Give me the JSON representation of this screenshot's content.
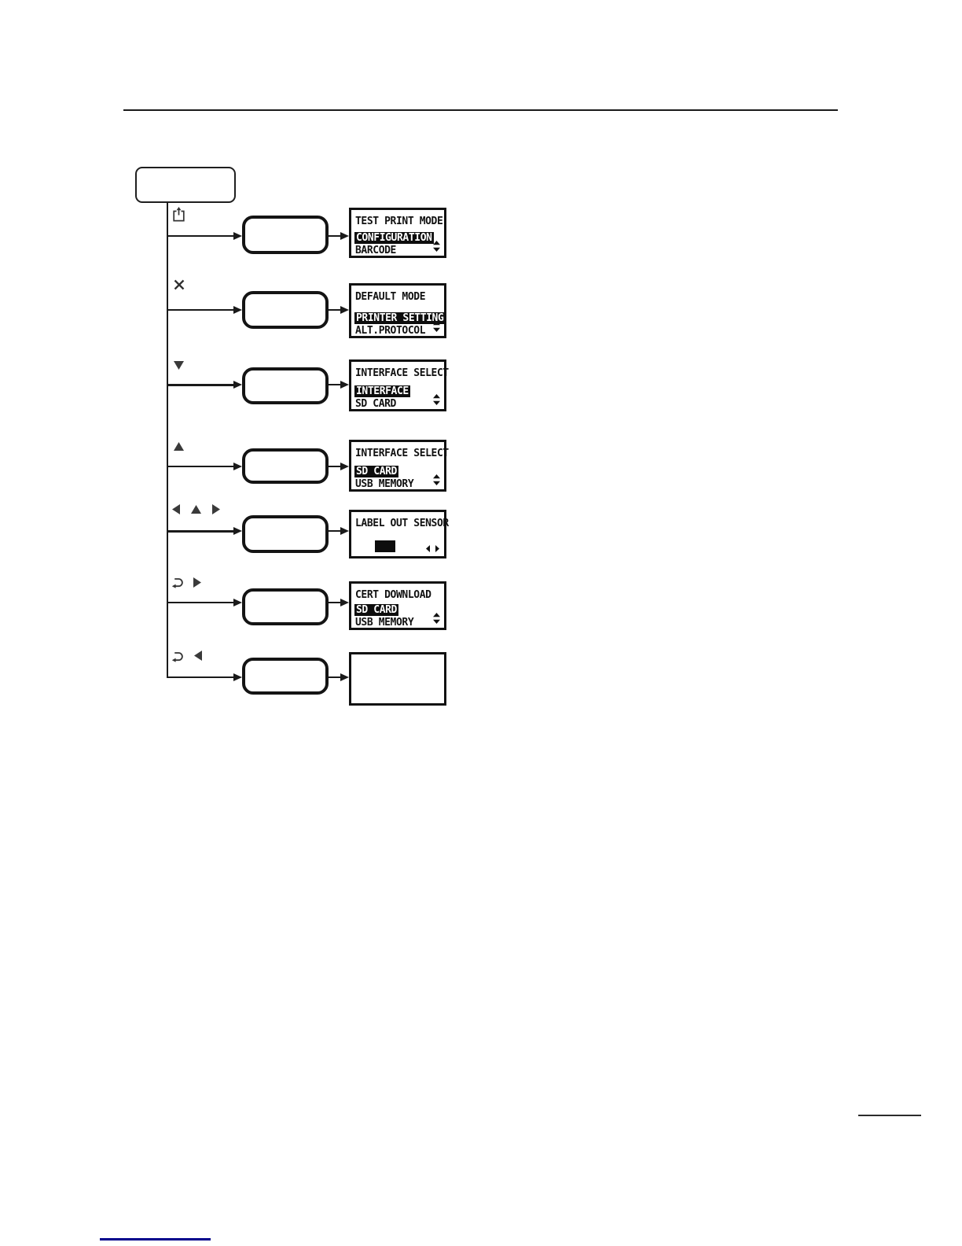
{
  "page": {
    "background": "#ffffff",
    "header_rule_color": "#1a1a1a",
    "footer": {
      "right_rule_color": "#2b2b2b",
      "link_underline_color": "#00008B"
    }
  },
  "flow": {
    "start_box_label": "",
    "line_color": "#1a1a1a",
    "lcd_highlight_bg": "#0d0d0d",
    "branches": [
      {
        "buttons": [
          "feed-icon"
        ],
        "display": {
          "title": "TEST PRINT MODE",
          "line2": "CONFIGURATION",
          "line3": "BARCODE",
          "scroll": "up-down"
        }
      },
      {
        "buttons": [
          "cancel-icon"
        ],
        "display": {
          "title": "DEFAULT MODE",
          "line2": "PRINTER SETTING",
          "line3": "ALT.PROTOCOL",
          "scroll": "up-down"
        }
      },
      {
        "buttons": [
          "down-icon"
        ],
        "display": {
          "title": "INTERFACE SELECT",
          "line2": "INTERFACE",
          "line3": "SD CARD",
          "scroll": "up-down"
        }
      },
      {
        "buttons": [
          "up-icon"
        ],
        "display": {
          "title": "INTERFACE SELECT",
          "line2": "SD CARD",
          "line3": "USB MEMORY",
          "scroll": "up-down"
        }
      },
      {
        "buttons": [
          "left-icon",
          "up-icon",
          "right-icon"
        ],
        "display": {
          "title": "LABEL OUT SENSOR",
          "line2": "",
          "line3": "",
          "scroll": "left-right",
          "level_block": true
        }
      },
      {
        "buttons": [
          "back-icon",
          "right-icon"
        ],
        "display": {
          "title": "CERT DOWNLOAD",
          "line2": "SD CARD",
          "line3": "USB MEMORY",
          "scroll": "up-down"
        }
      },
      {
        "buttons": [
          "back-icon",
          "left-icon"
        ],
        "display": {
          "title": "",
          "line2": "",
          "line3": "",
          "scroll": ""
        }
      }
    ]
  }
}
